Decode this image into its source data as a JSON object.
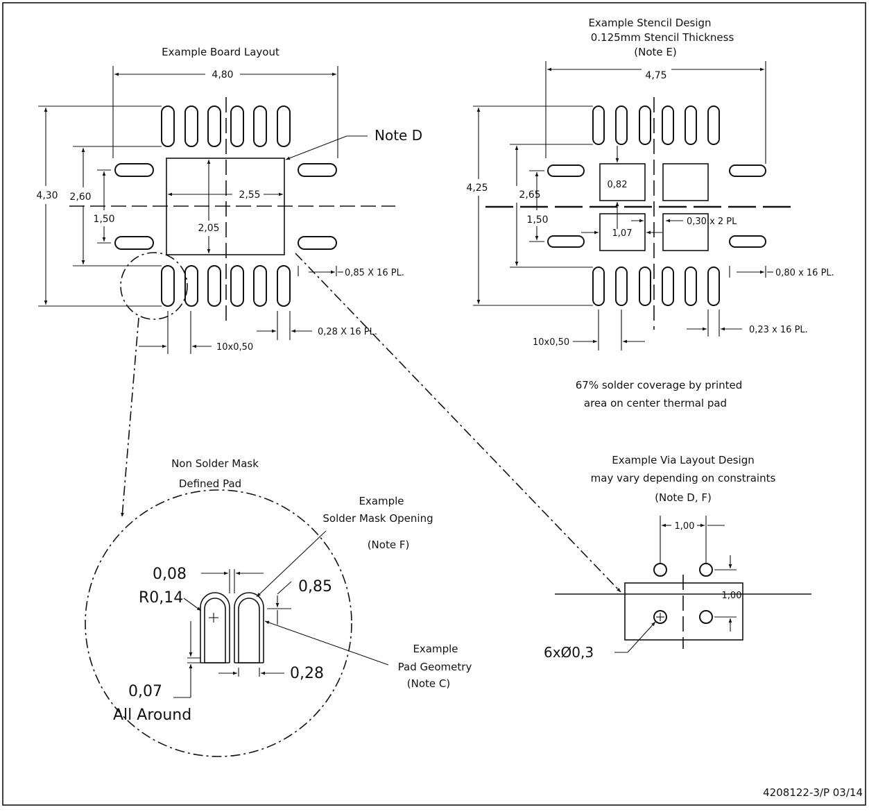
{
  "board": {
    "title": "Example Board Layout",
    "dim_width": "4,80",
    "dim_height": "4,30",
    "dim_inner_height": "2,60",
    "dim_side_pitch": "1,50",
    "dim_pad_width": "2,55",
    "dim_pad_height": "2,05",
    "note_d": "Note D",
    "lead_length": "0,85 X 16 PL.",
    "lead_width": "0,28 X 16 PL.",
    "lead_pitch": "10x0,50"
  },
  "stencil": {
    "title_line1": "Example Stencil Design",
    "title_line2": "0.125mm Stencil Thickness",
    "title_line3": "(Note E)",
    "dim_width": "4,75",
    "dim_height": "4,25",
    "dim_inner_height": "2,65",
    "dim_side_pitch": "1,50",
    "dim_square": "0,82",
    "dim_square_width": "1,07",
    "dim_gap": "0,30 x 2 PL",
    "lead_length": "0,80 x 16 PL.",
    "lead_width": "0,23 x 16 PL.",
    "lead_pitch": "10x0,50",
    "coverage_line1": "67% solder coverage by printed",
    "coverage_line2": "area on center thermal pad"
  },
  "detail": {
    "title_line1": "Non Solder Mask",
    "title_line2": "Defined Pad",
    "opening_line1": "Example",
    "opening_line2": "Solder Mask Opening",
    "opening_line3": "(Note F)",
    "dim_gap": "0,08",
    "dim_radius": "R0,14",
    "dim_length": "0,85",
    "dim_width": "0,28",
    "dim_clearance": "0,07",
    "clearance_note": "All Around",
    "geometry_line1": "Example",
    "geometry_line2": "Pad Geometry",
    "geometry_line3": "(Note C)"
  },
  "via": {
    "title_line1": "Example Via Layout Design",
    "title_line2": "may vary depending on constraints",
    "title_line3": "(Note D, F)",
    "dim_pitch_x": "1,00",
    "dim_pitch_y": "1,00",
    "via_spec": "6xØ0,3"
  },
  "drawing_number": "4208122-3/P  03/14"
}
